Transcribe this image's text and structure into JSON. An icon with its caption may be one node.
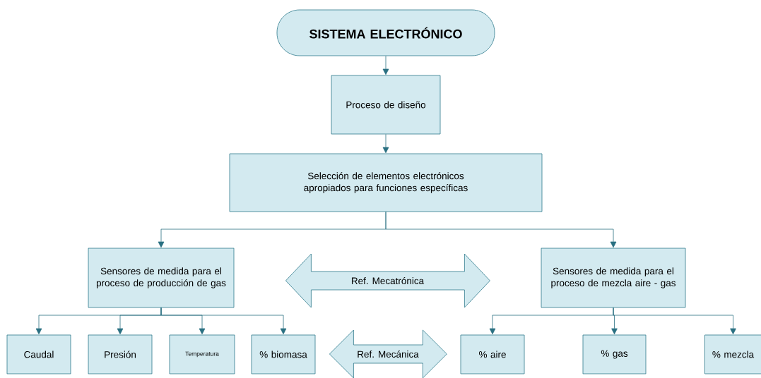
{
  "diagram": {
    "nodes": [
      {
        "text": [
          "SISTEMA ELECTRÓNICO"
        ]
      },
      {
        "text": [
          "Proceso de diseño"
        ]
      },
      {
        "text": [
          "Selección de elementos electrónicos apropiados para funciones específicas"
        ]
      },
      {
        "text": [
          "Sensores de medida para el proceso de producción de gas"
        ]
      },
      {
        "text": [
          "Sensores de medida para el proceso de mezcla aire - gas"
        ]
      },
      {
        "text": [
          "Caudal"
        ]
      },
      {
        "text": [
          "Presión"
        ]
      },
      {
        "text": [
          "Temperatura"
        ]
      },
      {
        "text": [
          "% biomasa"
        ]
      },
      {
        "text": [
          "% aire"
        ]
      },
      {
        "text": [
          "% gas"
        ]
      },
      {
        "text": [
          "% mezcla"
        ]
      }
    ],
    "edges": [
      {
        "from": 0,
        "to": 1,
        "arrow": "to"
      },
      {
        "from": 1,
        "to": 2,
        "arrow": "to"
      },
      {
        "from": 2,
        "to": 3,
        "arrow": "to"
      },
      {
        "from": 2,
        "to": 4,
        "arrow": "to"
      },
      {
        "from": 3,
        "to": 5,
        "arrow": "to"
      },
      {
        "from": 3,
        "to": 6,
        "arrow": "to"
      },
      {
        "from": 3,
        "to": 7,
        "arrow": "to"
      },
      {
        "from": 3,
        "to": 8,
        "arrow": "to"
      },
      {
        "from": 4,
        "to": 9,
        "arrow": "to"
      },
      {
        "from": 4,
        "to": 10,
        "arrow": "to"
      },
      {
        "from": 4,
        "to": 11,
        "arrow": "to"
      },
      {
        "from": 3,
        "to": 4,
        "arrow": "both",
        "label": "Ref. Mecatrónica"
      },
      {
        "from": 8,
        "to": 9,
        "arrow": "both",
        "label": "Ref. Mecánica"
      }
    ]
  }
}
